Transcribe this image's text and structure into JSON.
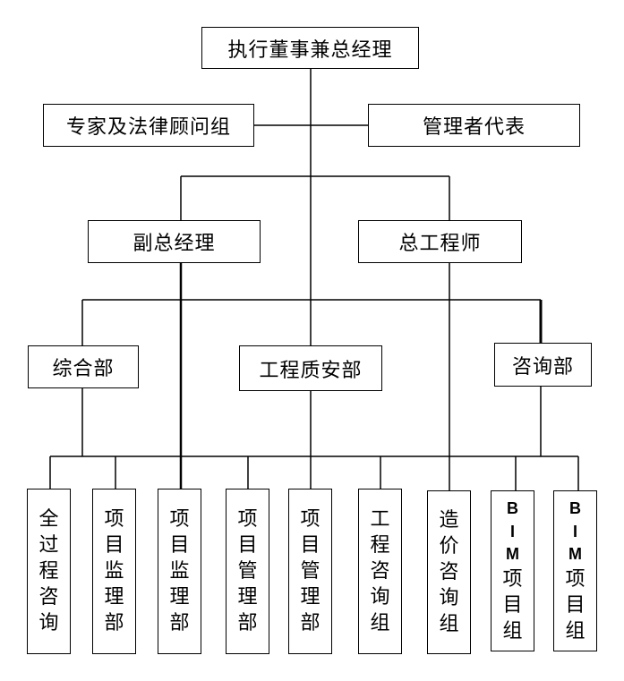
{
  "org_chart": {
    "nodes": {
      "ceo": "执行董事兼总经理",
      "experts": "专家及法律顾问组",
      "rep": "管理者代表",
      "deputy_gm": "副总经理",
      "chief_engineer": "总工程师",
      "general_dept": "综合部",
      "quality_safety_dept": "工程质安部",
      "consulting_dept": "咨询部"
    },
    "leaves": [
      "全过程咨询",
      "项目监理部",
      "项目监理部",
      "项目管理部",
      "项目管理部",
      "工程咨询组",
      "造价咨询组",
      "BIM项目组",
      "BIM项目组"
    ]
  }
}
